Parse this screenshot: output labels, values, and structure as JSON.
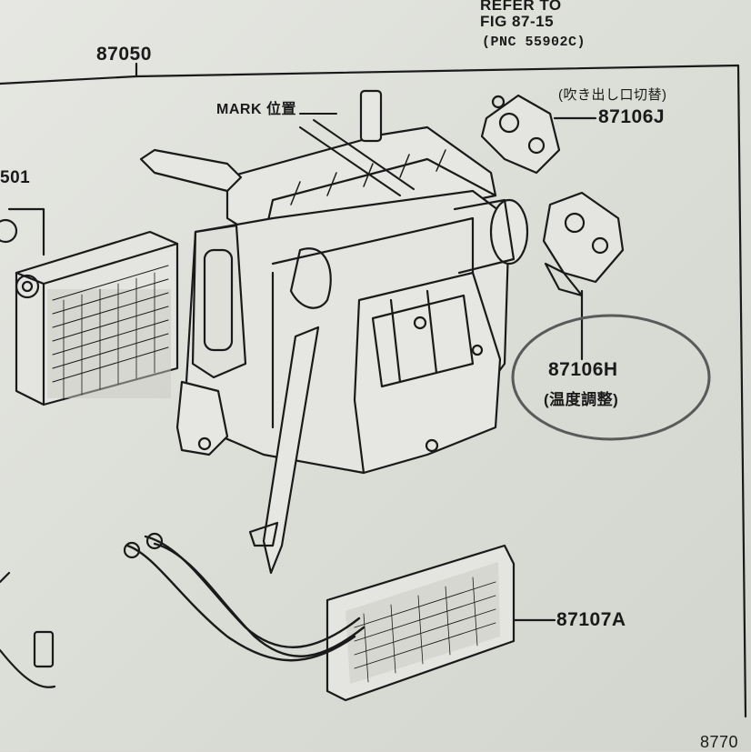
{
  "refer": {
    "line1": "REFER TO",
    "line2": "FIG 87-15",
    "line3": "(PNC 55902C)"
  },
  "parts": {
    "unit": "87050",
    "evaporator_partial": "501",
    "mark_label": "MARK 位置",
    "servo_j": {
      "number": "87106J",
      "note": "(吹き出し口切替)"
    },
    "servo_h": {
      "number": "87106H",
      "note": "(温度調整)"
    },
    "heater_core": "87107A",
    "corner_partial": "8770"
  },
  "colors": {
    "ink": "#1a1a1a",
    "paper": "#e2e3de",
    "pencil_circle": "#5a5a5a"
  }
}
